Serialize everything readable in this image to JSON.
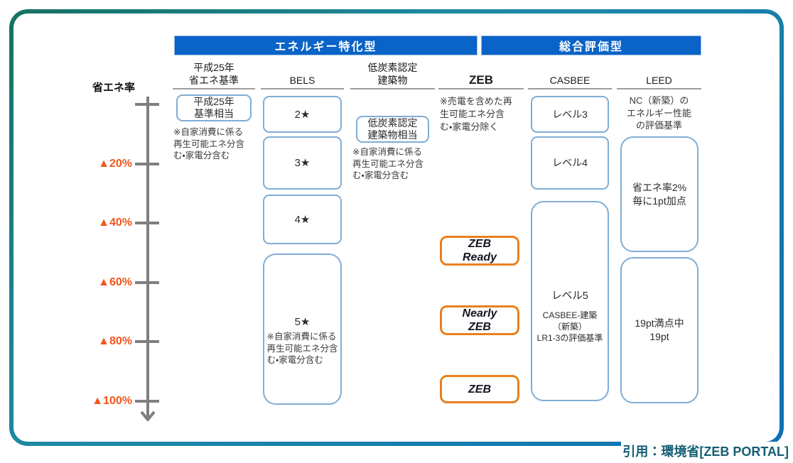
{
  "groups": {
    "energy": "エネルギー特化型",
    "comprehensive": "総合評価型"
  },
  "axis": {
    "title": "省エネ率",
    "tick_labels": [
      "▲20%",
      "▲40%",
      "▲60%",
      "▲80%",
      "▲100%"
    ]
  },
  "columns": {
    "heisei": {
      "header": "平成25年\n省エネ基準",
      "box": "平成25年\n基準相当",
      "note": "※自家消費に係る\n再生可能エネ分含\nむ・家電分含む"
    },
    "bels": {
      "header": "BELS",
      "star2": "2★",
      "star3": "3★",
      "star4": "4★",
      "star5": "5★",
      "star5_note": "※自家消費に係る\n再生可能エネ分含\nむ・家電分含む"
    },
    "lowcarbon": {
      "header": "低炭素認定\n建築物",
      "box": "低炭素認定\n建築物相当",
      "note": "※自家消費に係る\n再生可能エネ分含\nむ・家電分含む"
    },
    "zeb": {
      "header": "ZEB",
      "note": "※売電を含めた再\n生可能エネ分含\nむ・家電分除く",
      "ready": "ZEB\nReady",
      "nearly": "Nearly\nZEB",
      "zeb": "ZEB"
    },
    "casbee": {
      "header": "CASBEE",
      "level3": "レベル3",
      "level4": "レベル4",
      "level5": "レベル5",
      "level5_note": "CASBEE-建築\n（新築）\nLR1-3の評価基準"
    },
    "leed": {
      "header": "LEED",
      "note": "NC（新築）の\nエネルギー性能\nの評価基準",
      "box1": "省エネ率2%\n毎に1pt加点",
      "box2": "19pt満点中\n19pt"
    }
  },
  "citation": "引用：環境省[ZEB PORTAL]",
  "colors": {
    "header_bar_bg": "#0a63c6",
    "frame_teal": "#1e8ba6",
    "frame_blue": "#0e6fb5",
    "box_border_blue": "#7fadd6",
    "zeb_orange": "#e8801e",
    "axis_gray": "#7f7f7f",
    "tick_label_orange": "#f2551c",
    "citation_teal": "#155f73"
  }
}
